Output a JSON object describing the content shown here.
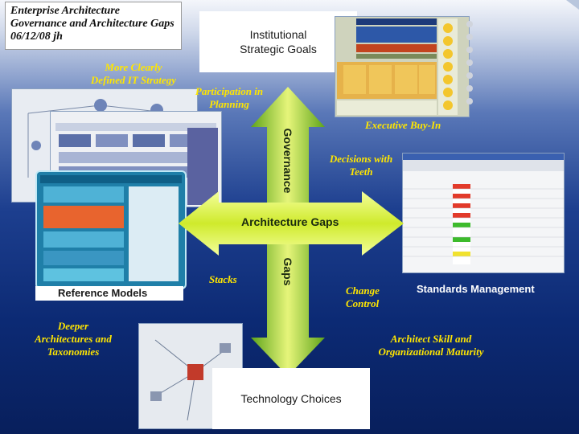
{
  "title_block": {
    "line1": "Enterprise Architecture",
    "line2": "Governance and Architecture Gaps",
    "line3": "06/12/08 jh"
  },
  "center": {
    "vertical_top": "Governance",
    "vertical_bottom": "Gaps",
    "horizontal": "Architecture Gaps"
  },
  "boxes": {
    "strategic_goals": "Institutional\nStrategic Goals",
    "technology_choices": "Technology Choices"
  },
  "labels": {
    "standards_management": "Standards Management",
    "reference_models": "Reference Models"
  },
  "captions": {
    "more_clearly": "More Clearly\nDefined IT Strategy",
    "participation": "Participation in\nPlanning",
    "executive_buy_in": "Executive Buy-In",
    "decisions": "Decisions with\nTeeth",
    "stacks": "Stacks",
    "change_control": "Change\nControl",
    "deeper": "Deeper\nArchitectures and\nTaxonomies",
    "architect_skill": "Architect Skill and\nOrganizational Maturity"
  },
  "colors": {
    "arrow_light": "#f2ff9a",
    "arrow_mid": "#cbea2a",
    "arrow_dark": "#6db21c",
    "caption": "#ffe600"
  }
}
